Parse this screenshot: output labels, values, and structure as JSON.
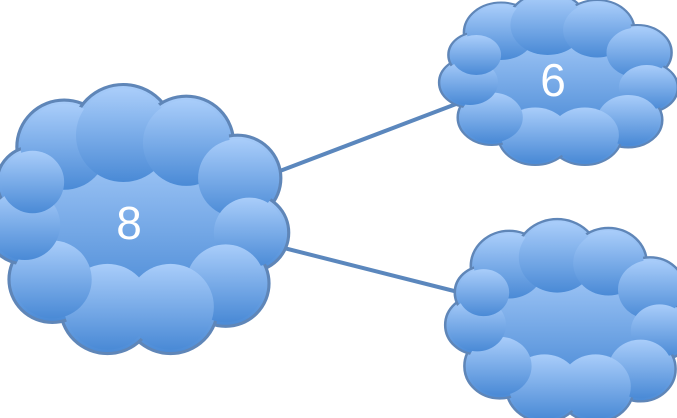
{
  "nodes": [
    {
      "id": "root",
      "label": "8"
    },
    {
      "id": "top-child",
      "label": "6"
    },
    {
      "id": "bottom-child",
      "label": ""
    }
  ],
  "edges": [
    {
      "from": "root",
      "to": "top-child"
    },
    {
      "from": "root",
      "to": "bottom-child"
    }
  ],
  "colors": {
    "cloud_fill_top": "#a9cdfa",
    "cloud_fill_bottom": "#4a8ad6",
    "cloud_outline": "#5f86b8",
    "connector": "#5b87bd",
    "label_text": "#ffffff"
  }
}
